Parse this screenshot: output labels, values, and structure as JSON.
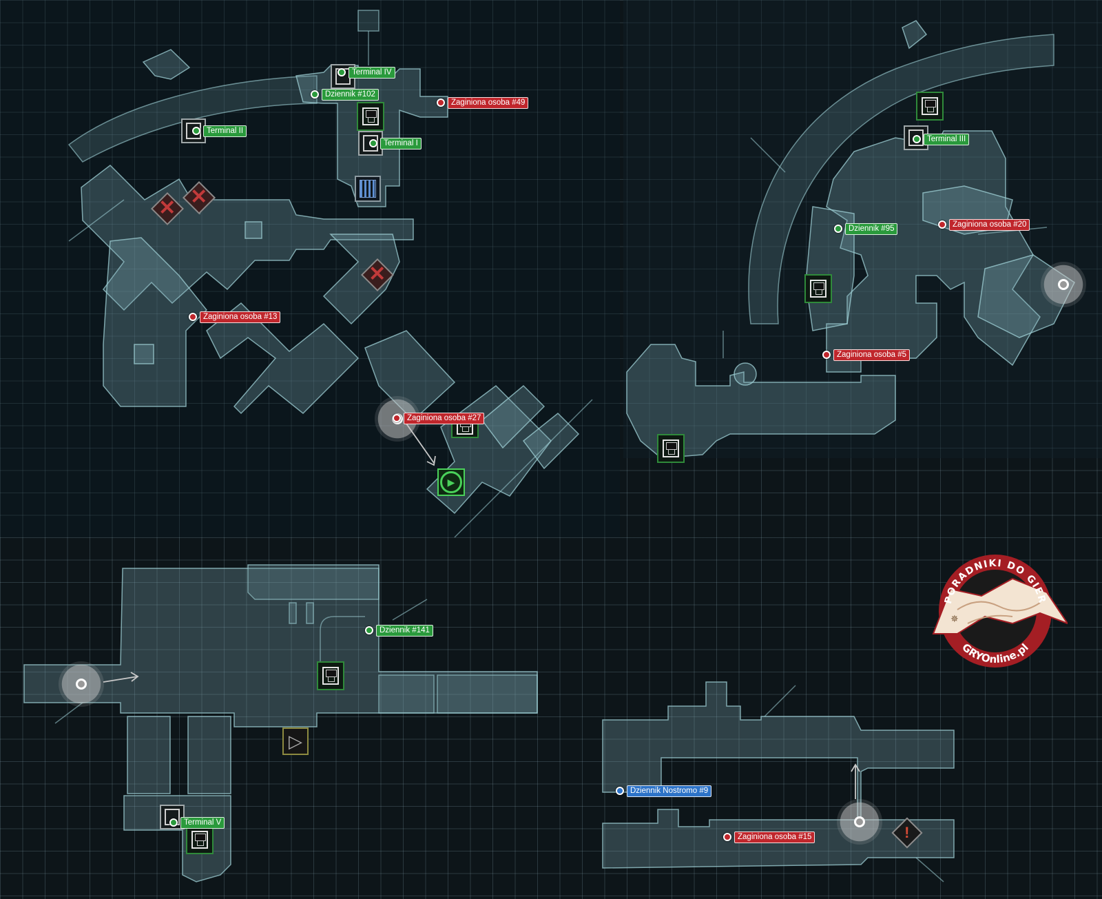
{
  "map": {
    "markers": [
      {
        "id": "terminal-iv",
        "label": "Terminal IV",
        "type": "terminal",
        "color": "#2a9a3c"
      },
      {
        "id": "dziennik-102",
        "label": "Dziennik #102",
        "type": "log",
        "color": "#2a9a3c"
      },
      {
        "id": "zaginiona-49",
        "label": "Zaginiona osoba #49",
        "type": "missing-person",
        "color": "#c0262c"
      },
      {
        "id": "terminal-ii",
        "label": "Terminal II",
        "type": "terminal",
        "color": "#2a9a3c"
      },
      {
        "id": "terminal-i",
        "label": "Terminal I",
        "type": "terminal",
        "color": "#2a9a3c"
      },
      {
        "id": "zaginiona-13",
        "label": "Zaginiona osoba #13",
        "type": "missing-person",
        "color": "#c0262c"
      },
      {
        "id": "zaginiona-27",
        "label": "Zaginiona osoba #27",
        "type": "missing-person",
        "color": "#c0262c"
      },
      {
        "id": "terminal-iii",
        "label": "Terminal III",
        "type": "terminal",
        "color": "#2a9a3c"
      },
      {
        "id": "dziennik-95",
        "label": "Dziennik #95",
        "type": "log",
        "color": "#2a9a3c"
      },
      {
        "id": "zaginiona-20",
        "label": "Zaginiona osoba #20",
        "type": "missing-person",
        "color": "#c0262c"
      },
      {
        "id": "zaginiona-5",
        "label": "Zaginiona osoba #5",
        "type": "missing-person",
        "color": "#c0262c"
      },
      {
        "id": "dziennik-141",
        "label": "Dziennik #141",
        "type": "log",
        "color": "#2a9a3c"
      },
      {
        "id": "terminal-v",
        "label": "Terminal V",
        "type": "terminal",
        "color": "#2a9a3c"
      },
      {
        "id": "dziennik-nostromo-9",
        "label": "Dziennik Nostromo #9",
        "type": "nostromo-log",
        "color": "#2d73c8"
      },
      {
        "id": "zaginiona-15",
        "label": "Zaginiona osoba #15",
        "type": "missing-person",
        "color": "#c0262c"
      }
    ],
    "icons": {
      "save": "save-station-icon",
      "terminal": "terminal-icon",
      "blocked": "blocked-door-icon",
      "hazard": "hazard-icon",
      "objective": "objective-play-icon",
      "door": "door-arrow-icon",
      "vent": "vent-icon",
      "entry": "entry-point-icon"
    },
    "colors": {
      "green": "#2a9a3c",
      "red": "#c0262c",
      "blue": "#2d73c8",
      "room_fill": "#7daab2",
      "grid": "#96b9c3"
    }
  },
  "logo": {
    "top_text": "PORADNIKI DO GIER",
    "bottom_text": "GRYOnline.pl",
    "color": "#a41e24"
  }
}
